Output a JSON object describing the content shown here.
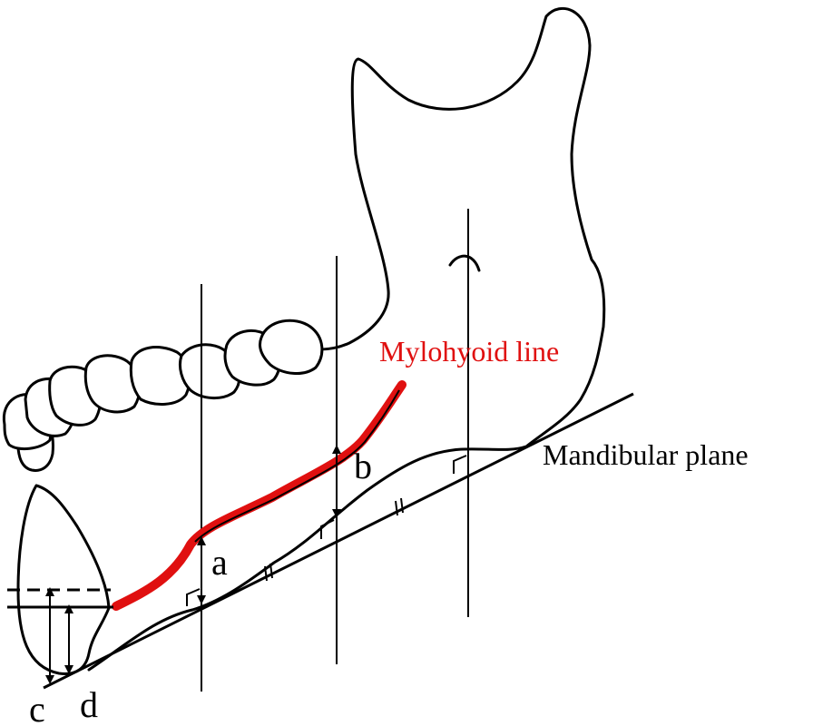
{
  "labels": {
    "mylohyoid_line": "Mylohyoid line",
    "mandibular_plane": "Mandibular plane",
    "a": "a",
    "b": "b",
    "c": "c",
    "d": "d"
  },
  "colors": {
    "mylohyoid_line": "#e01010",
    "outline": "#000000",
    "background": "#ffffff"
  }
}
